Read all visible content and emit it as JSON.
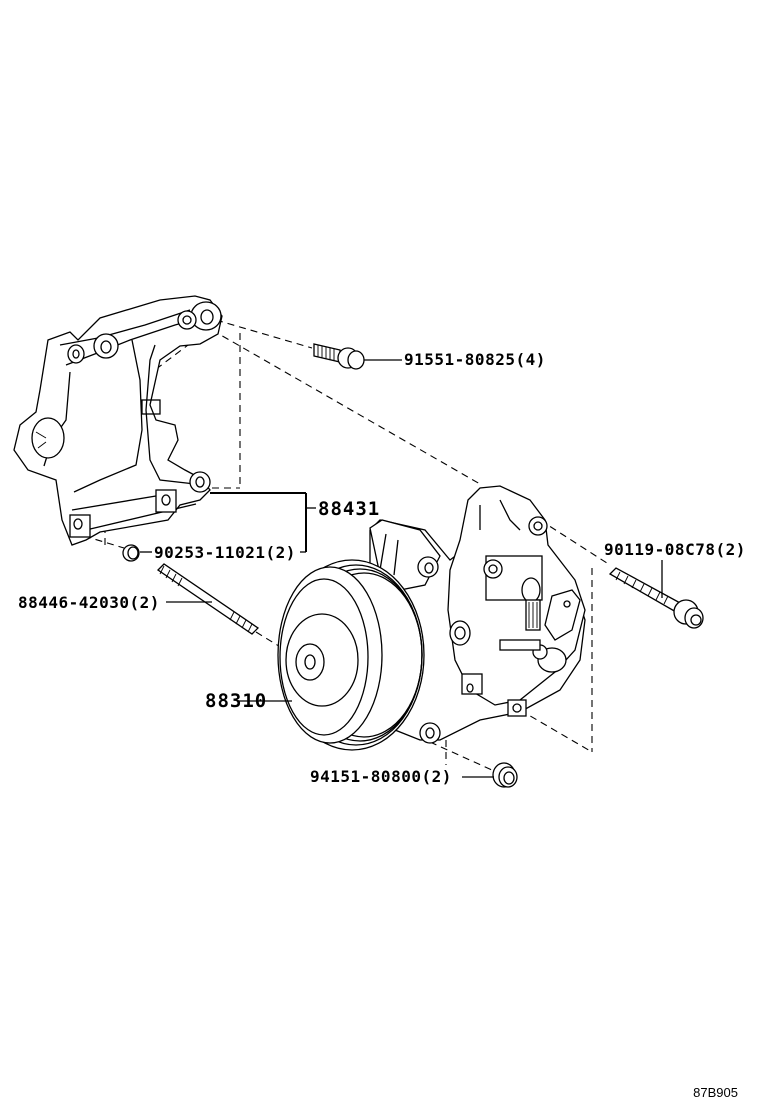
{
  "diagram": {
    "title": "Compressor & bracket exploded parts view",
    "reference_code": "87B905",
    "parts": [
      {
        "id": "bolt-upper",
        "label": "91551-80825(4)"
      },
      {
        "id": "bracket",
        "label": "88431"
      },
      {
        "id": "bracket-nut",
        "label": "90253-11021(2)"
      },
      {
        "id": "bolt-right",
        "label": "90119-08C78(2)"
      },
      {
        "id": "stud",
        "label": "88446-42030(2)"
      },
      {
        "id": "compressor",
        "label": "88310"
      },
      {
        "id": "nut-lower",
        "label": "94151-80800(2)"
      }
    ],
    "colors": {
      "line": "#000000",
      "background": "#ffffff"
    }
  }
}
